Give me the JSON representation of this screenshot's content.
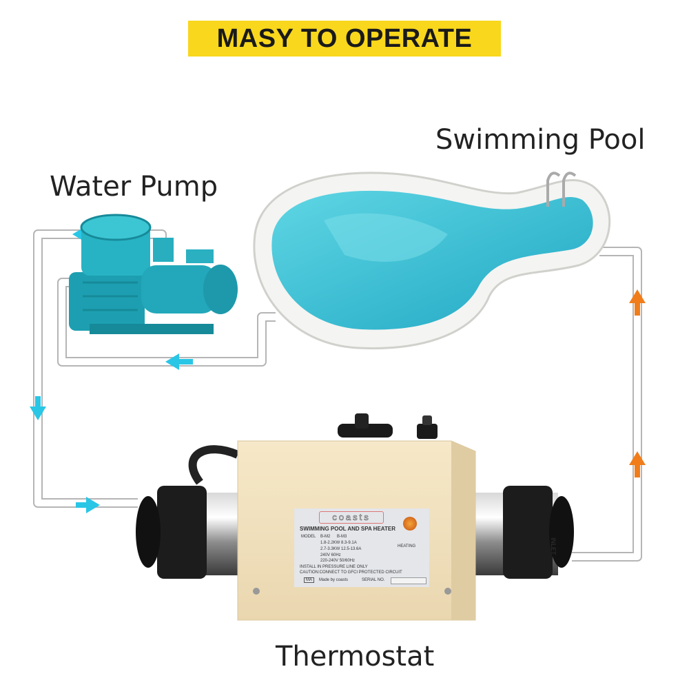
{
  "banner": {
    "text": "MASY TO OPERATE",
    "color": "#f9d71c"
  },
  "labels": {
    "swimming_pool": "Swimming Pool",
    "water_pump": "Water Pump",
    "thermostat": "Thermostat"
  },
  "flow_colors": {
    "cold": "#29c6e6",
    "hot": "#f07d1a"
  },
  "heater_plate": {
    "brand": "coasts",
    "title": "SWIMMING POOL AND SPA HEATER",
    "model_label": "MODEL",
    "model_options": [
      "B-M2",
      "B-M3"
    ],
    "power_options": [
      "1.8-2.2KW  8.3-9.1A",
      "2.7-3.3KW  12.5-13.6A"
    ],
    "voltage_options": [
      "240V  60Hz",
      "220-240V 50/60Hz"
    ],
    "note1": "INSTALL IN PRESSURE LINE ONLY",
    "note2": "CAUTION:CONNECT TO GFCI PROTECTED CIRCUIT",
    "ma_mark": "MA",
    "made_by": "Made by coasts",
    "serial_label": "SERIAL NO.",
    "heating_label": "HEATING"
  },
  "inlet_label": "INLET"
}
